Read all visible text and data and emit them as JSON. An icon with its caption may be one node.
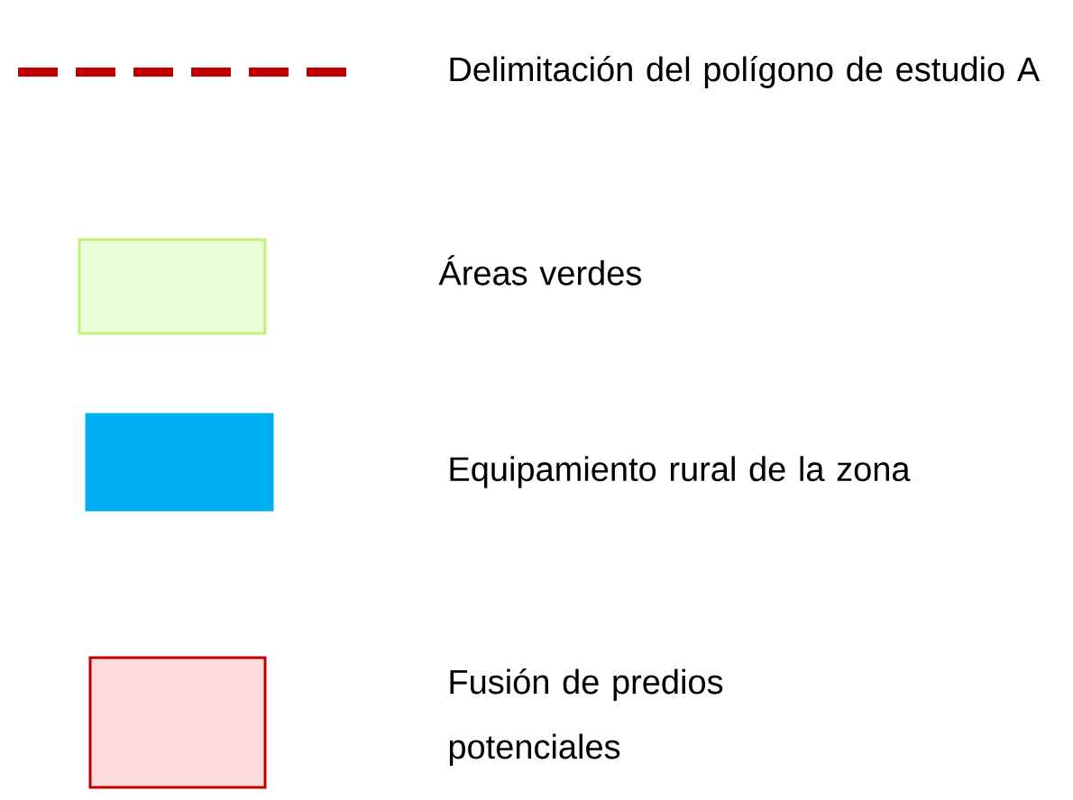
{
  "diagram": {
    "legend": [
      {
        "text": "Delimitación del polígono de estudio A"
      },
      {
        "text": "Áreas verdes",
        "color": "#eaffd9"
      },
      {
        "text": "Equipamiento rural de la zona",
        "color": "#00b0f0"
      },
      {
        "text": "Fusión de predios potenciales",
        "color": "#ffdcdc"
      }
    ]
  }
}
